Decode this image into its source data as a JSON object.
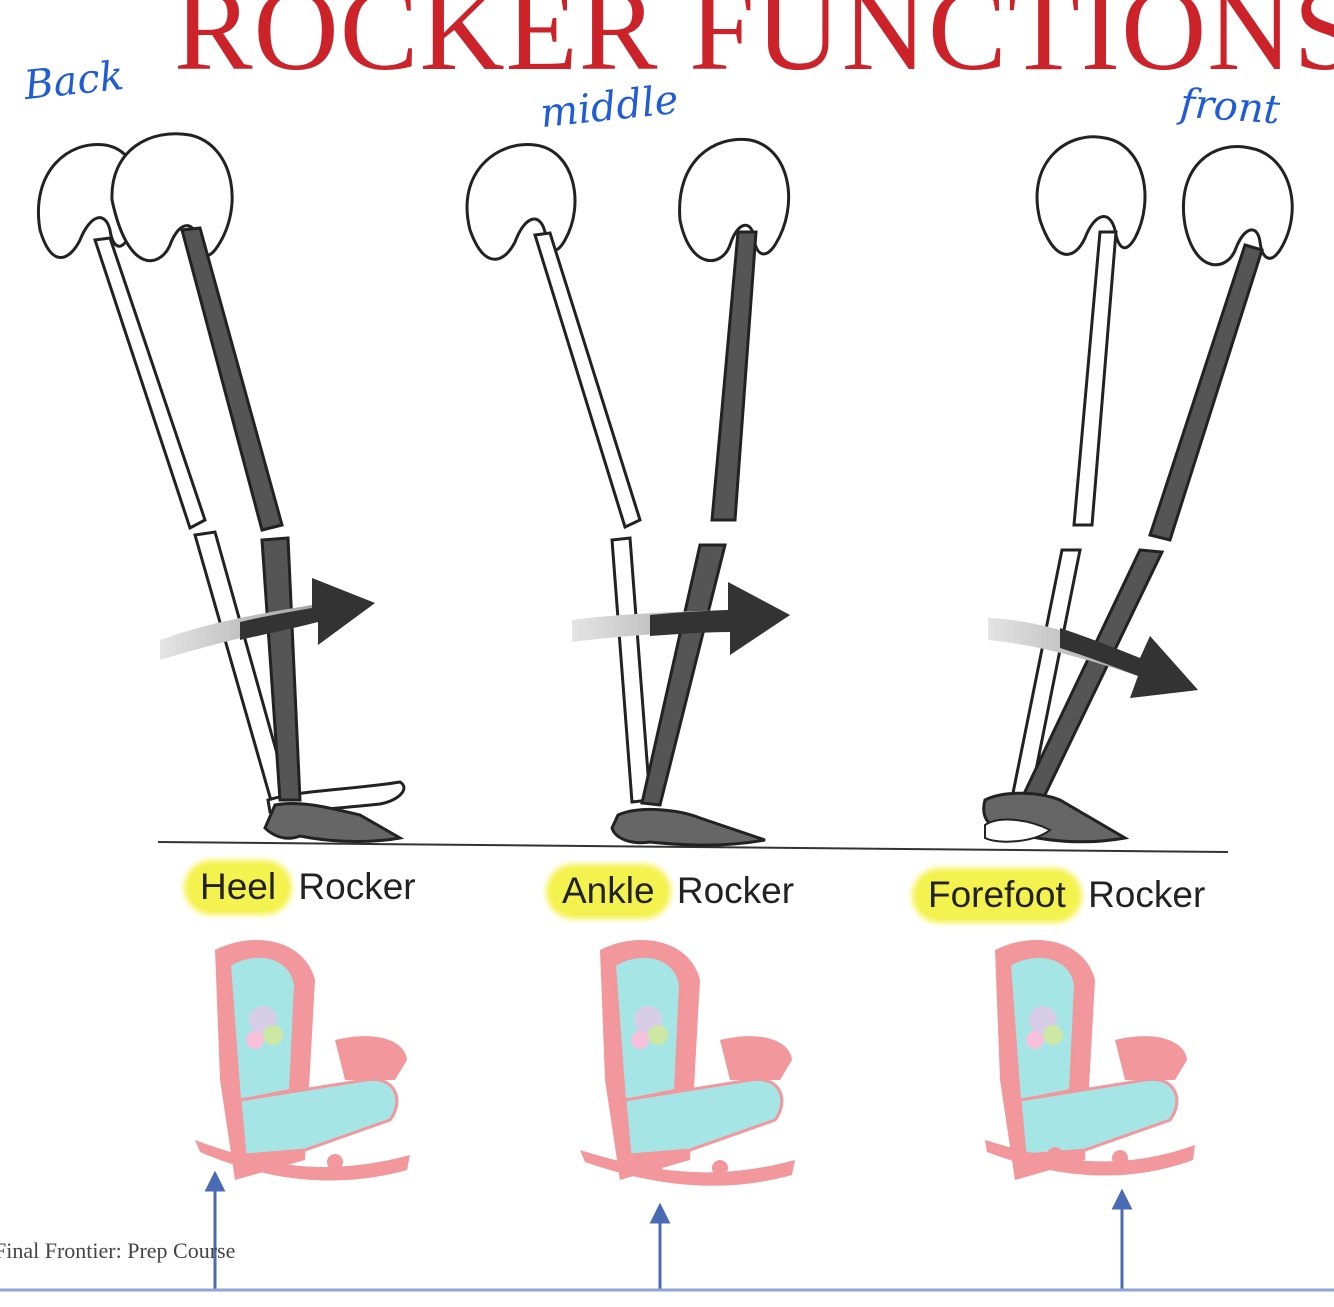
{
  "slide": {
    "title": "ROCKER FUNCTIONS",
    "footer": "Final Frontier: Prep Course"
  },
  "annotations": {
    "back": "Back",
    "middle": "middle",
    "front": "front"
  },
  "rockers": [
    {
      "highlight": "Heel",
      "rest": "Rocker"
    },
    {
      "highlight": "Ankle",
      "rest": "Rocker"
    },
    {
      "highlight": "Forefoot",
      "rest": "Rocker"
    }
  ],
  "colors": {
    "title": "#cc2229",
    "annotation": "#1f5cd6",
    "highlight": "#f4f24e",
    "arrow": "#4a6bb3",
    "bone_dark": "#555555"
  }
}
